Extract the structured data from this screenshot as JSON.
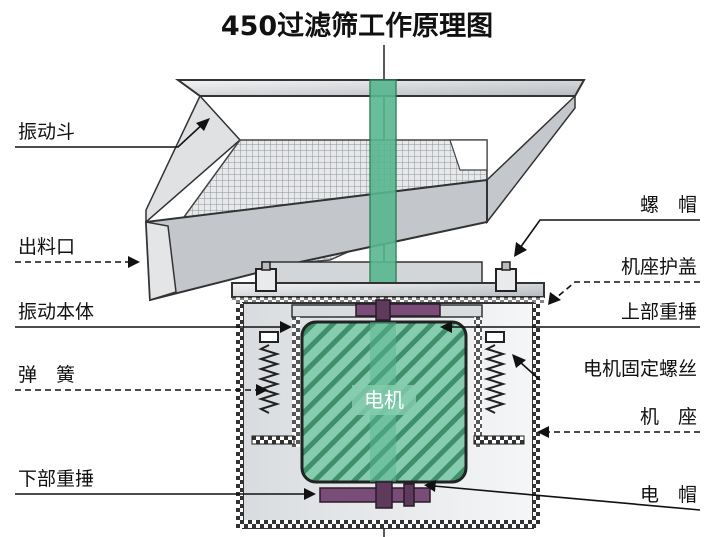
{
  "title": "450过滤筛工作原理图",
  "labels": {
    "vibrating_hopper": "振动斗",
    "outlet": "出料口",
    "vibrating_body": "振动本体",
    "spring": "弹　簧",
    "lower_weight": "下部重捶",
    "bolt_cap": "螺　帽",
    "base_cover": "机座护盖",
    "upper_weight": "上部重捶",
    "motor_bolt": "电机固定螺丝",
    "base": "机　座",
    "motor_cap": "电　帽",
    "motor": "电机"
  },
  "colors": {
    "motor_fill": "#7fc8a8",
    "motor_stripe": "#3f8f6a",
    "shaft": "#58b690",
    "weight": "#7a4d78",
    "steel": "#c9ccd0",
    "steel_dark": "#8e9297",
    "mesh": "#9aa0a6"
  }
}
